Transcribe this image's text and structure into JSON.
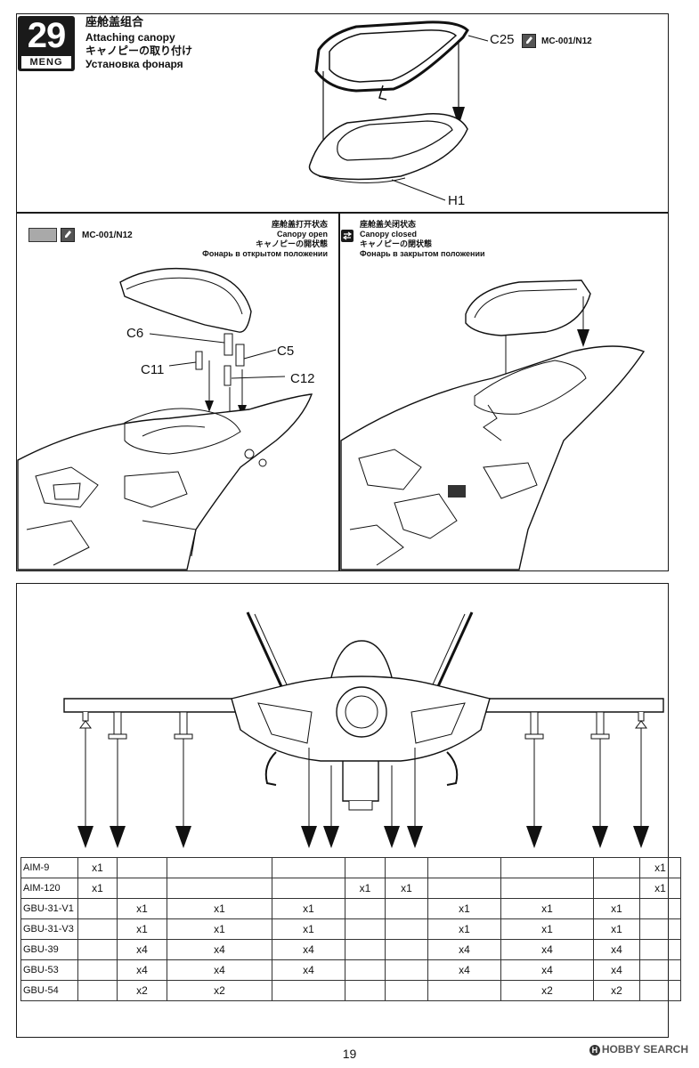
{
  "step": {
    "number": "29",
    "brand": "MENG",
    "title_cn": "座舱盖组合",
    "title_en": "Attaching canopy",
    "title_jp": "キャノピーの取り付け",
    "title_ru": "Установка фонаря"
  },
  "top_panel": {
    "part_c25": "C25",
    "paint_code": "MC-001/N12",
    "part_h1": "H1"
  },
  "middle_panel": {
    "paint_code": "MC-001/N12",
    "open_state": {
      "cn": "座舱盖打开状态",
      "en": "Canopy open",
      "jp": "キャノピーの開状態",
      "ru": "Фонарь в открытом положении"
    },
    "closed_state": {
      "cn": "座舱盖关闭状态",
      "en": "Canopy closed",
      "jp": "キャノピーの閉状態",
      "ru": "Фонарь в закрытом положении"
    },
    "parts": {
      "c6": "C6",
      "c5": "C5",
      "c11": "C11",
      "c12": "C12"
    }
  },
  "loadout_table": {
    "rows": [
      {
        "label": "AIM-9",
        "cells": [
          "x1",
          "",
          "",
          "",
          "",
          "",
          "",
          "",
          "",
          "x1"
        ]
      },
      {
        "label": "AIM-120",
        "cells": [
          "x1",
          "",
          "",
          "",
          "x1",
          "x1",
          "",
          "",
          "",
          "x1"
        ]
      },
      {
        "label": "GBU-31-V1",
        "cells": [
          "",
          "x1",
          "x1",
          "x1",
          "",
          "",
          "x1",
          "x1",
          "x1",
          ""
        ]
      },
      {
        "label": "GBU-31-V3",
        "cells": [
          "",
          "x1",
          "x1",
          "x1",
          "",
          "",
          "x1",
          "x1",
          "x1",
          ""
        ]
      },
      {
        "label": "GBU-39",
        "cells": [
          "",
          "x4",
          "x4",
          "x4",
          "",
          "",
          "x4",
          "x4",
          "x4",
          ""
        ]
      },
      {
        "label": "GBU-53",
        "cells": [
          "",
          "x4",
          "x4",
          "x4",
          "",
          "",
          "x4",
          "x4",
          "x4",
          ""
        ]
      },
      {
        "label": "GBU-54",
        "cells": [
          "",
          "x2",
          "x2",
          "",
          "",
          "",
          "",
          "x2",
          "x2",
          ""
        ]
      }
    ]
  },
  "footer": {
    "page_number": "19",
    "watermark": "HOBBY SEARCH"
  }
}
